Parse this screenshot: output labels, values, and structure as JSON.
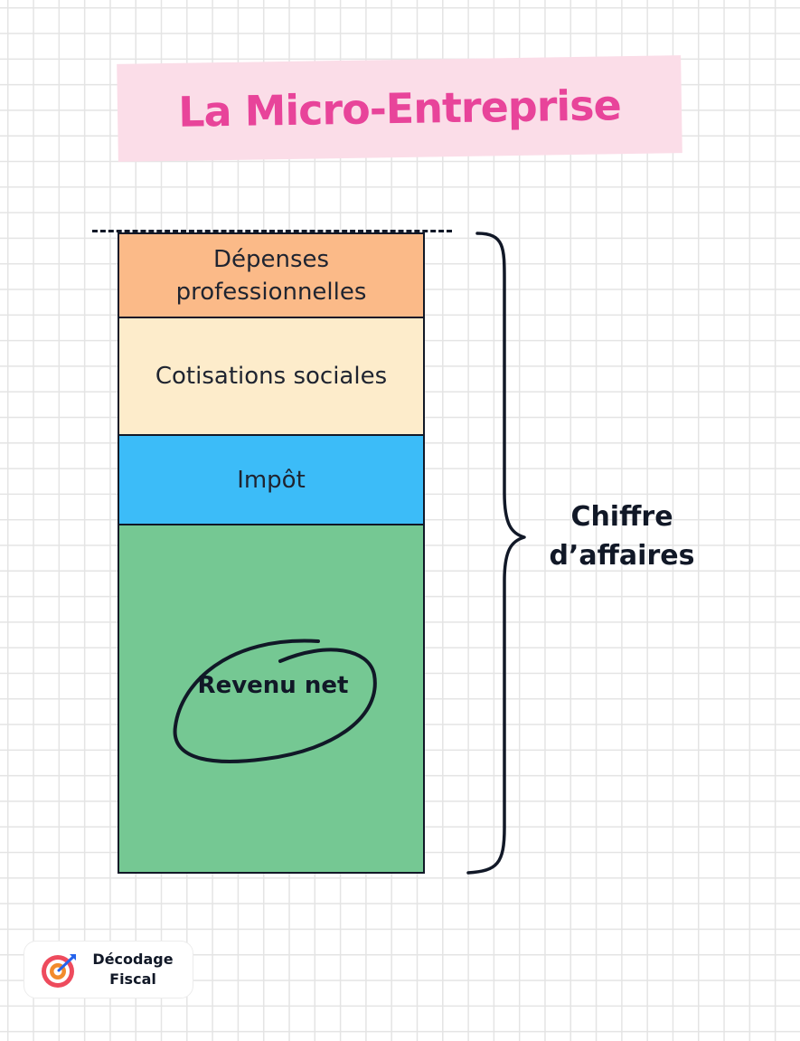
{
  "title": "La Micro-Entreprise",
  "blocks": [
    {
      "label": "Dépenses professionnelles",
      "color": "#fbba88"
    },
    {
      "label": "Cotisations sociales",
      "color": "#fdeccb"
    },
    {
      "label": "Impôt",
      "color": "#3cbcf8"
    },
    {
      "label": "Revenu net",
      "color": "#75c893"
    }
  ],
  "brace_label": "Chiffre d’affaires",
  "logo": {
    "line1": "Décodage",
    "line2": "Fiscal",
    "icon": "target-icon"
  },
  "colors": {
    "title": "#e8449a",
    "title_bg": "#fbdde8",
    "ink": "#111827"
  }
}
